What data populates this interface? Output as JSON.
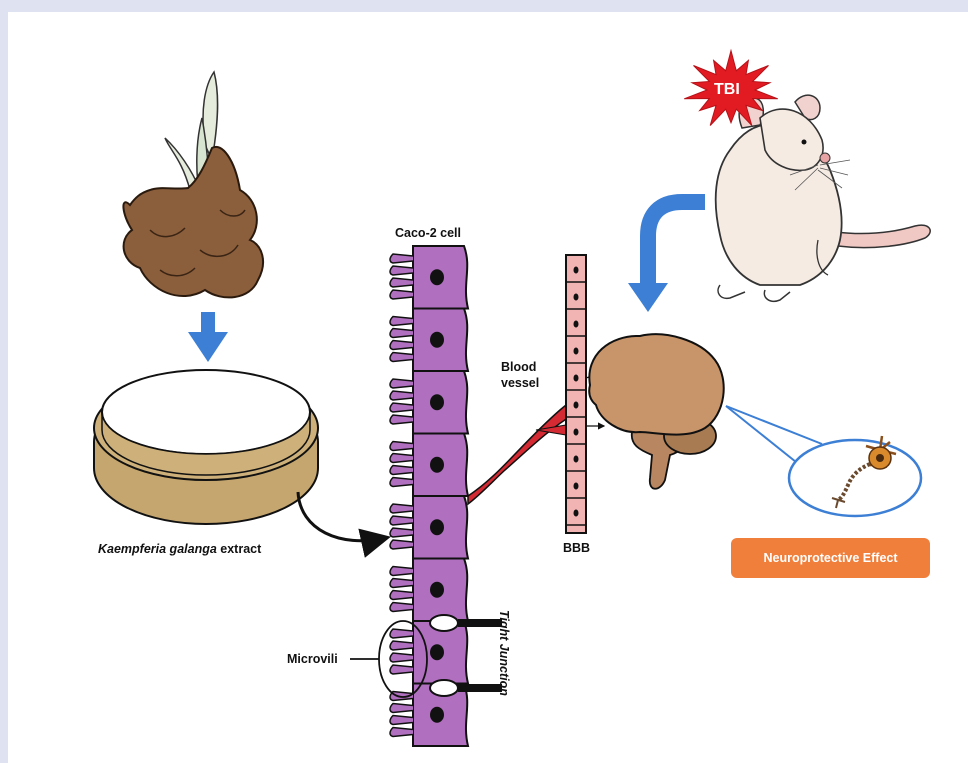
{
  "labels": {
    "caco2": "Caco-2 cell",
    "blood_vessel_line1": "Blood",
    "blood_vessel_line2": "vessel",
    "bbb": "BBB",
    "extract_italic": "Kaempferia galanga",
    "extract_rest": " extract",
    "microvili": "Microvili",
    "tight_junction": "Tight Junction",
    "tbi": "TBI",
    "neuroprotective": "Neuroprotective Effect"
  },
  "colors": {
    "background": "#dfe3f1",
    "arrow_blue": "#3c7fd4",
    "cell_purple": "#b06fbf",
    "vessel_red": "#d42a33",
    "vessel_pink": "#f2b3b3",
    "brain_tan": "#c8946a",
    "petri_fill": "#cdb07a",
    "effect_orange": "#f07f3c",
    "starburst_red": "#e21b23"
  },
  "icons": [
    "kaempferia-rhizome-icon",
    "petri-dish-icon",
    "rat-icon",
    "brain-icon",
    "neuron-icon",
    "starburst-icon"
  ]
}
